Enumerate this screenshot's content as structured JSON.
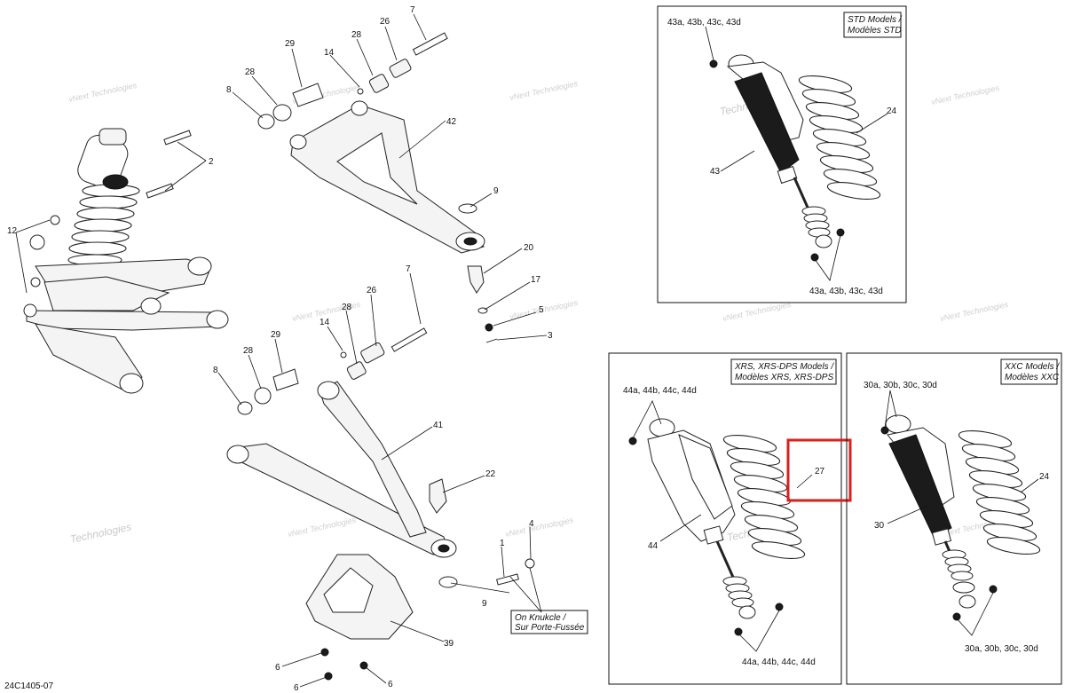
{
  "doc_code": "24C1405-07",
  "callouts": {
    "c7_top": "7",
    "c26_top": "26",
    "c28_top": "28",
    "c29_top": "29",
    "c14_top": "14",
    "c28_left": "28",
    "c8_top": "8",
    "c42": "42",
    "c2": "2",
    "c12": "12",
    "c9_top": "9",
    "c20": "20",
    "c17": "17",
    "c5": "5",
    "c3": "3",
    "c7_mid": "7",
    "c26_mid": "26",
    "c28_mid": "28",
    "c14_mid": "14",
    "c29_mid": "29",
    "c28_mid_left": "28",
    "c8_mid": "8",
    "c41": "41",
    "c22": "22",
    "c1": "1",
    "c4": "4",
    "c9_bot": "9",
    "c39": "39",
    "c6_a": "6",
    "c6_b": "6",
    "c6_c": "6",
    "std_43top": "43a, 43b, 43c, 43d",
    "std_24": "24",
    "std_43": "43",
    "std_43bot": "43a, 43b, 43c, 43d",
    "xrs_44top": "44a, 44b, 44c, 44d",
    "xrs_27": "27",
    "xrs_44": "44",
    "xrs_44bot": "44a, 44b, 44c, 44d",
    "xxc_30top": "30a, 30b, 30c, 30d",
    "xxc_24": "24",
    "xxc_30": "30",
    "xxc_30bot": "30a, 30b, 30c, 30d"
  },
  "panels": {
    "std": {
      "title_1": "STD Models /",
      "title_2": "Modèles STD"
    },
    "xrs": {
      "title_1": "XRS, XRS-DPS Models /",
      "title_2": "Modèles XRS, XRS-DPS"
    },
    "xxc": {
      "title_1": "XXC Models /",
      "title_2": "Modèles XXC"
    }
  },
  "knuckle_note": {
    "line_1": "On Knukcle /",
    "line_2": "Sur Porte-Fussée"
  },
  "watermark": {
    "line_1": "vNext Technologies",
    "line_2": "vNext",
    "line_3": "Technologies"
  },
  "highlight": {
    "color": "#d9201c",
    "target": "27"
  }
}
